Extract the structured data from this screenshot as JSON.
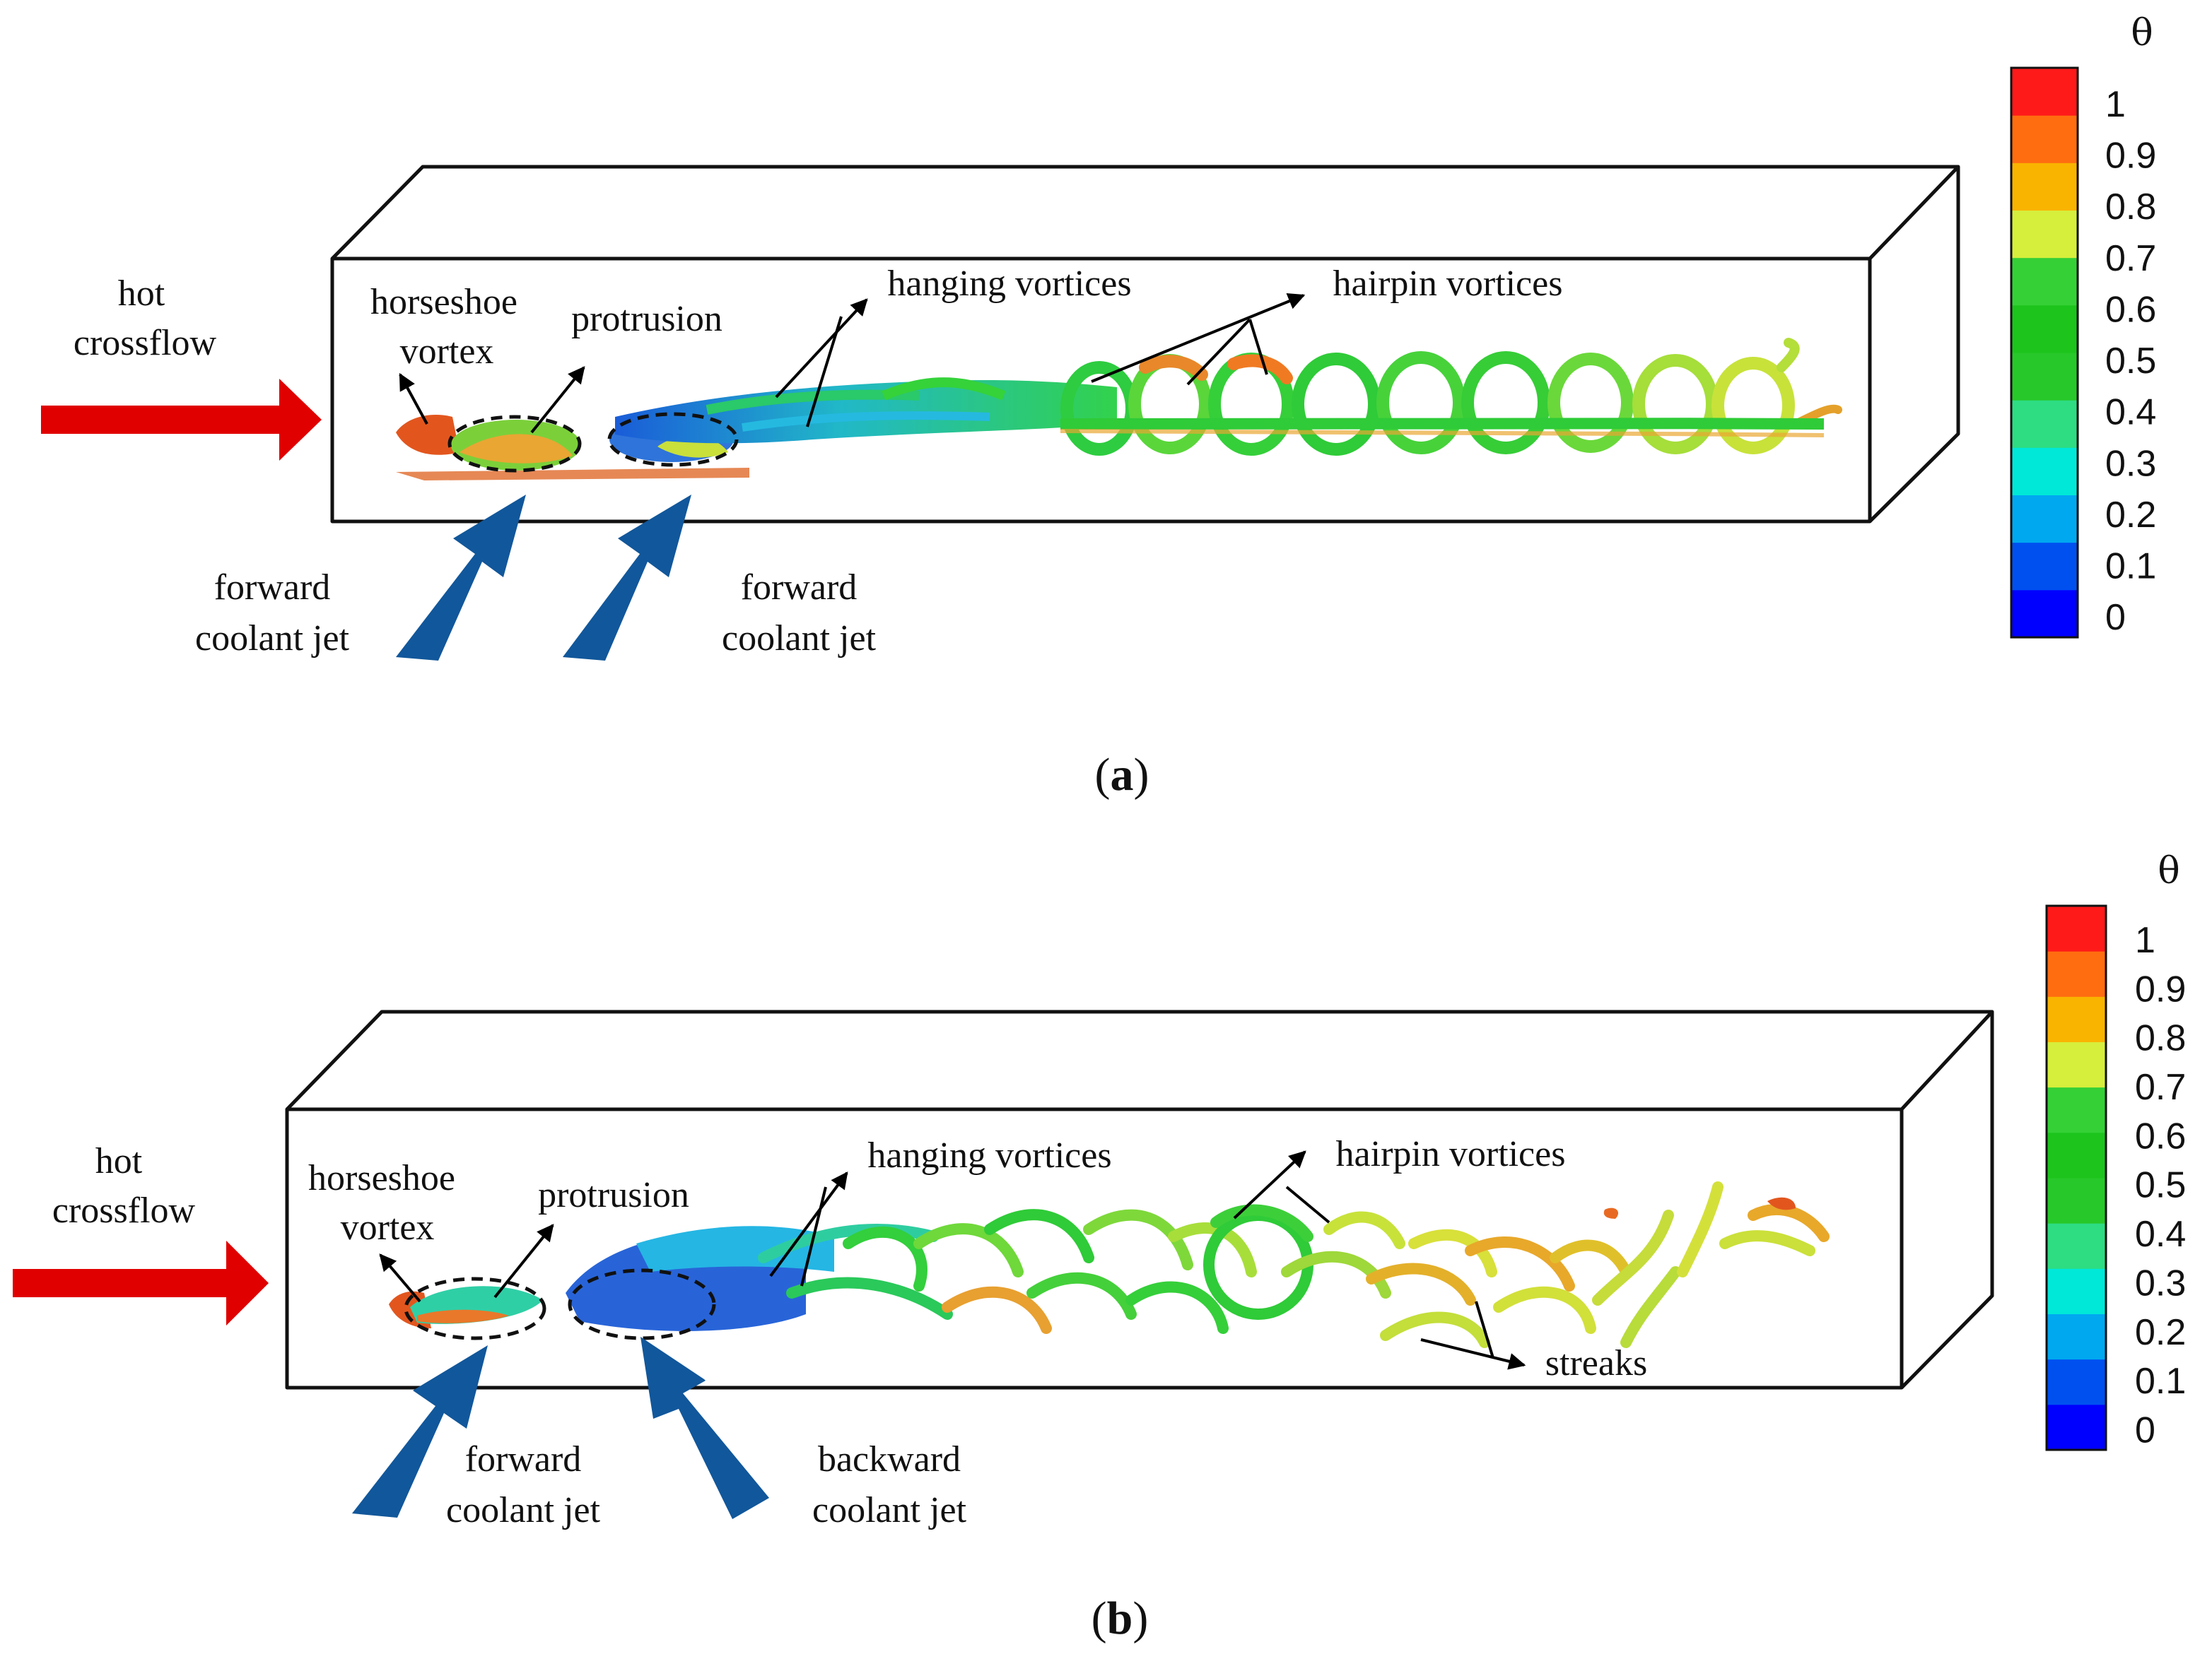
{
  "colors": {
    "hot_arrow": "#e00000",
    "coolant_arrow": "#11579b",
    "colorbar": [
      "#0000ff",
      "#0050f0",
      "#00a8f0",
      "#00e8d8",
      "#2edc82",
      "#27c829",
      "#1cc41c",
      "#34d036",
      "#d6ee3c",
      "#f9b400",
      "#ff6d10",
      "#ff1a1a"
    ]
  },
  "panel_a": {
    "caption_open": "(",
    "caption_letter": "a",
    "caption_close": ")",
    "labels": {
      "hot_crossflow_1": "hot",
      "hot_crossflow_2": "crossflow",
      "horseshoe_1": "horseshoe",
      "horseshoe_2": "vortex",
      "protrusion": "protrusion",
      "hanging": "hanging vortices",
      "hairpin": "hairpin vortices",
      "jet1_1": "forward",
      "jet1_2": "coolant jet",
      "jet2_1": "forward",
      "jet2_2": "coolant jet"
    },
    "colorbar": {
      "title": "θ",
      "ticks": [
        "1",
        "0.9",
        "0.8",
        "0.7",
        "0.6",
        "0.5",
        "0.4",
        "0.3",
        "0.2",
        "0.1",
        "0"
      ]
    }
  },
  "panel_b": {
    "caption_open": "(",
    "caption_letter": "b",
    "caption_close": ")",
    "labels": {
      "hot_crossflow_1": "hot",
      "hot_crossflow_2": "crossflow",
      "horseshoe_1": "horseshoe",
      "horseshoe_2": "vortex",
      "protrusion": "protrusion",
      "hanging": "hanging vortices",
      "hairpin": "hairpin vortices",
      "streaks": "streaks",
      "jet1_1": "forward",
      "jet1_2": "coolant jet",
      "jet2_1": "backward",
      "jet2_2": "coolant jet"
    },
    "colorbar": {
      "title": "θ",
      "ticks": [
        "1",
        "0.9",
        "0.8",
        "0.7",
        "0.6",
        "0.5",
        "0.4",
        "0.3",
        "0.2",
        "0.1",
        "0"
      ]
    }
  }
}
